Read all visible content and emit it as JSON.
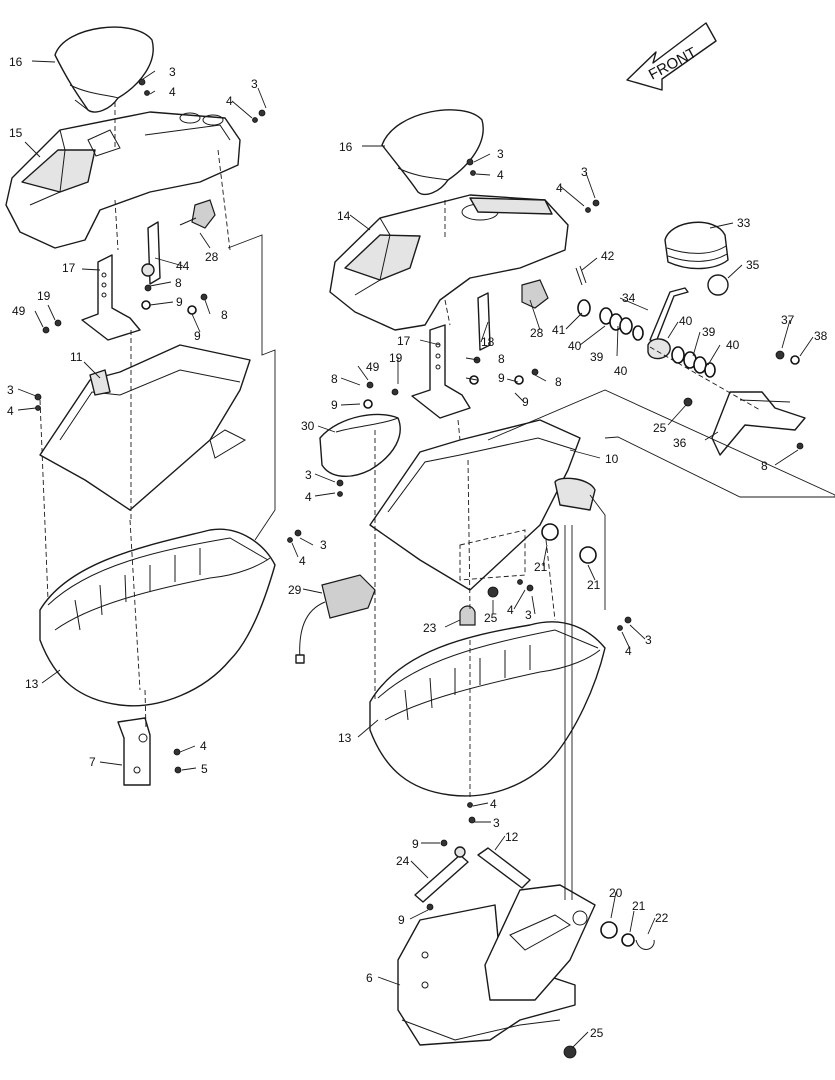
{
  "front_arrow": {
    "label": "FRONT"
  },
  "callouts": {
    "c16a": "16",
    "c3a": "3",
    "c4a": "4",
    "c3b": "3",
    "c4b": "4",
    "c15": "15",
    "c17a": "17",
    "c44": "44",
    "c28a": "28",
    "c19a": "19",
    "c49a": "49",
    "c8a": "8",
    "c9a": "9",
    "c8b": "8",
    "c9b": "9",
    "c11": "11",
    "c3c": "3",
    "c4c": "4",
    "c13a": "13",
    "c3d": "3",
    "c4d": "4",
    "c7": "7",
    "c4e": "4",
    "c5": "5",
    "c16b": "16",
    "c3e": "3",
    "c4f": "4",
    "c3f": "3",
    "c4g": "4",
    "c14": "14",
    "c33": "33",
    "c42": "42",
    "c35": "35",
    "c34": "34",
    "c41": "41",
    "c40a": "40",
    "c39a": "39",
    "c40b": "40",
    "c40c": "40",
    "c39b": "39",
    "c40d": "40",
    "c37": "37",
    "c38": "38",
    "c28b": "28",
    "c18": "18",
    "c17b": "17",
    "c49b": "49",
    "c19b": "19",
    "c8c": "8",
    "c8d": "8",
    "c9c": "9",
    "c9d": "9",
    "c8e": "8",
    "c9e": "9",
    "c25a": "25",
    "c36": "36",
    "c8f": "8",
    "c30": "30",
    "c10": "10",
    "c3g": "3",
    "c4h": "4",
    "c21a": "21",
    "c21b": "21",
    "c29": "29",
    "c4i": "4",
    "c3h": "3",
    "c25b": "25",
    "c23": "23",
    "c3i": "3",
    "c4j": "4",
    "c13b": "13",
    "c4k": "4",
    "c3j": "3",
    "c9f": "9",
    "c12": "12",
    "c24": "24",
    "c9g": "9",
    "c20": "20",
    "c21c": "21",
    "c22": "22",
    "c6": "6",
    "c25c": "25"
  }
}
